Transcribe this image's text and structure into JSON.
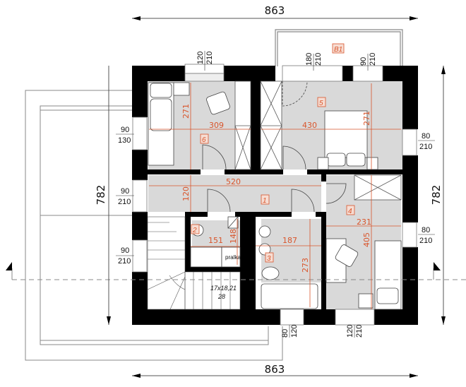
{
  "colors": {
    "wall": "#000000",
    "floor": "#d9d9d9",
    "annotation": "#d9552b",
    "line": "#888888"
  },
  "overall_dimensions": {
    "top_width": "863",
    "bottom_width": "863",
    "left_height": "782",
    "right_height": "782"
  },
  "rooms": [
    {
      "id": "1",
      "label": "1",
      "width": "520",
      "height": "120"
    },
    {
      "id": "2",
      "label": "2",
      "width": "151",
      "height": "148",
      "note": "pralka"
    },
    {
      "id": "3",
      "label": "3",
      "width": "187",
      "height": "273"
    },
    {
      "id": "4",
      "label": "4",
      "width": "231",
      "height": "405"
    },
    {
      "id": "5",
      "label": "5",
      "width": "430",
      "height": "271"
    },
    {
      "id": "6",
      "label": "6",
      "width": "309",
      "height": "271"
    }
  ],
  "balcony": {
    "label": "B1"
  },
  "openings": {
    "top_room6": {
      "w": "120",
      "h": "210"
    },
    "top_balcony_door": {
      "w": "180",
      "h": "210"
    },
    "top_balcony_window": {
      "w": "90",
      "h": "210"
    },
    "left_room6": {
      "w": "90",
      "h": "130"
    },
    "left_hall": {
      "w": "90",
      "h": "210"
    },
    "left_stair": {
      "w": "90",
      "h": "210"
    },
    "right_room5": {
      "w": "80",
      "h": "210"
    },
    "right_room4": {
      "w": "80",
      "h": "210"
    },
    "bottom_bath": {
      "w": "80",
      "h": "120"
    },
    "bottom_room4": {
      "w": "120",
      "h": "210"
    }
  },
  "stairs": {
    "spec": "17x18,21",
    "run": "28"
  }
}
